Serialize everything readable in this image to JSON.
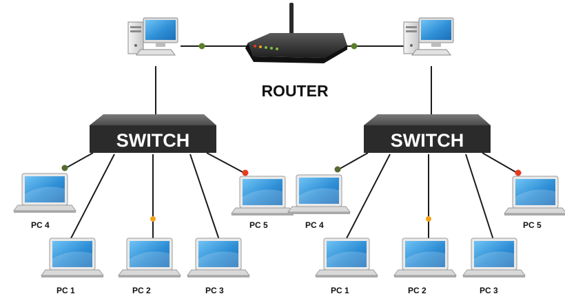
{
  "router": {
    "label": "ROUTER"
  },
  "switches": [
    {
      "label": "SWITCH"
    },
    {
      "label": "SWITCH"
    }
  ],
  "pcs_left": [
    {
      "label": "PC 4",
      "dot": "#556b2f"
    },
    {
      "label": "PC 1",
      "dot": ""
    },
    {
      "label": "PC 2",
      "dot": "#f2a31b"
    },
    {
      "label": "PC 3",
      "dot": ""
    },
    {
      "label": "PC 5",
      "dot": "#e53b1e"
    }
  ],
  "pcs_right": [
    {
      "label": "PC 4",
      "dot": "#556b2f"
    },
    {
      "label": "PC 1",
      "dot": ""
    },
    {
      "label": "PC 2",
      "dot": "#f2a31b"
    },
    {
      "label": "PC 3",
      "dot": ""
    },
    {
      "label": "PC 5",
      "dot": "#e53b1e"
    }
  ],
  "colors": {
    "link_dot": "#5b7f2a",
    "switch_body": "#3a3a3a",
    "screen": "#2f8fd6"
  }
}
